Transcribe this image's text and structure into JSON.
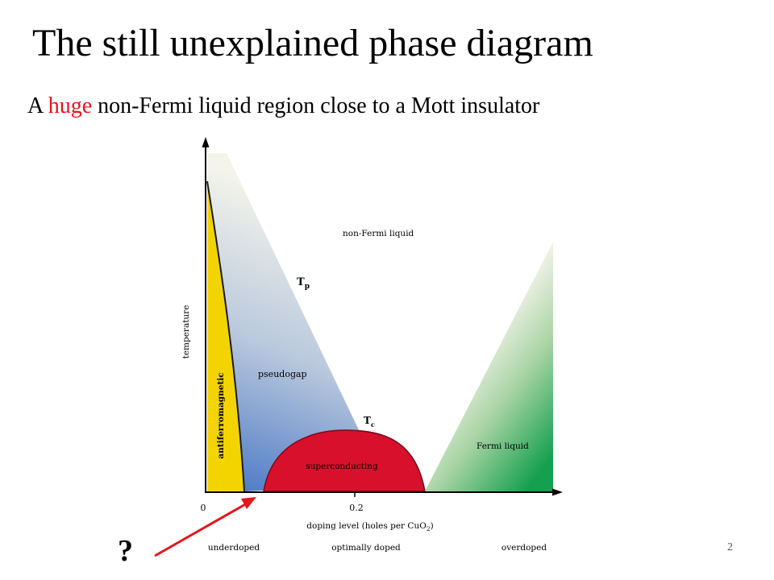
{
  "slide": {
    "title": "The still unexplained phase diagram",
    "subtitle_parts": [
      "A ",
      "huge",
      " non-Fermi liquid region close to a Mott insulator"
    ],
    "accent_color": "#e8151b",
    "question_mark": "?",
    "page_number": "2"
  },
  "diagram": {
    "axis_labels": {
      "y": "temperature",
      "x": "doping level (holes per CuO",
      "x_subscript": "2",
      "x_suffix": ")"
    },
    "x_ticks": [
      "0",
      "0.2"
    ],
    "regions": {
      "non_fermi": "non-Fermi liquid",
      "pseudogap": "pseudogap",
      "antiferro": "antiferromagnetic",
      "supercond": "superconducting",
      "fermi": "Fermi liquid"
    },
    "temperature_labels": {
      "tp": "T",
      "tp_sub": "p",
      "tc": "T",
      "tc_sub": "c"
    },
    "doping_regimes": [
      "underdoped",
      "optimally doped",
      "overdoped"
    ],
    "colors": {
      "antiferro": "#f4d400",
      "supercond": "#d8102c",
      "pseudogap_low": "#4d7ac6",
      "fermi_liquid": "#15a050",
      "arrow": "#e8151b"
    }
  }
}
